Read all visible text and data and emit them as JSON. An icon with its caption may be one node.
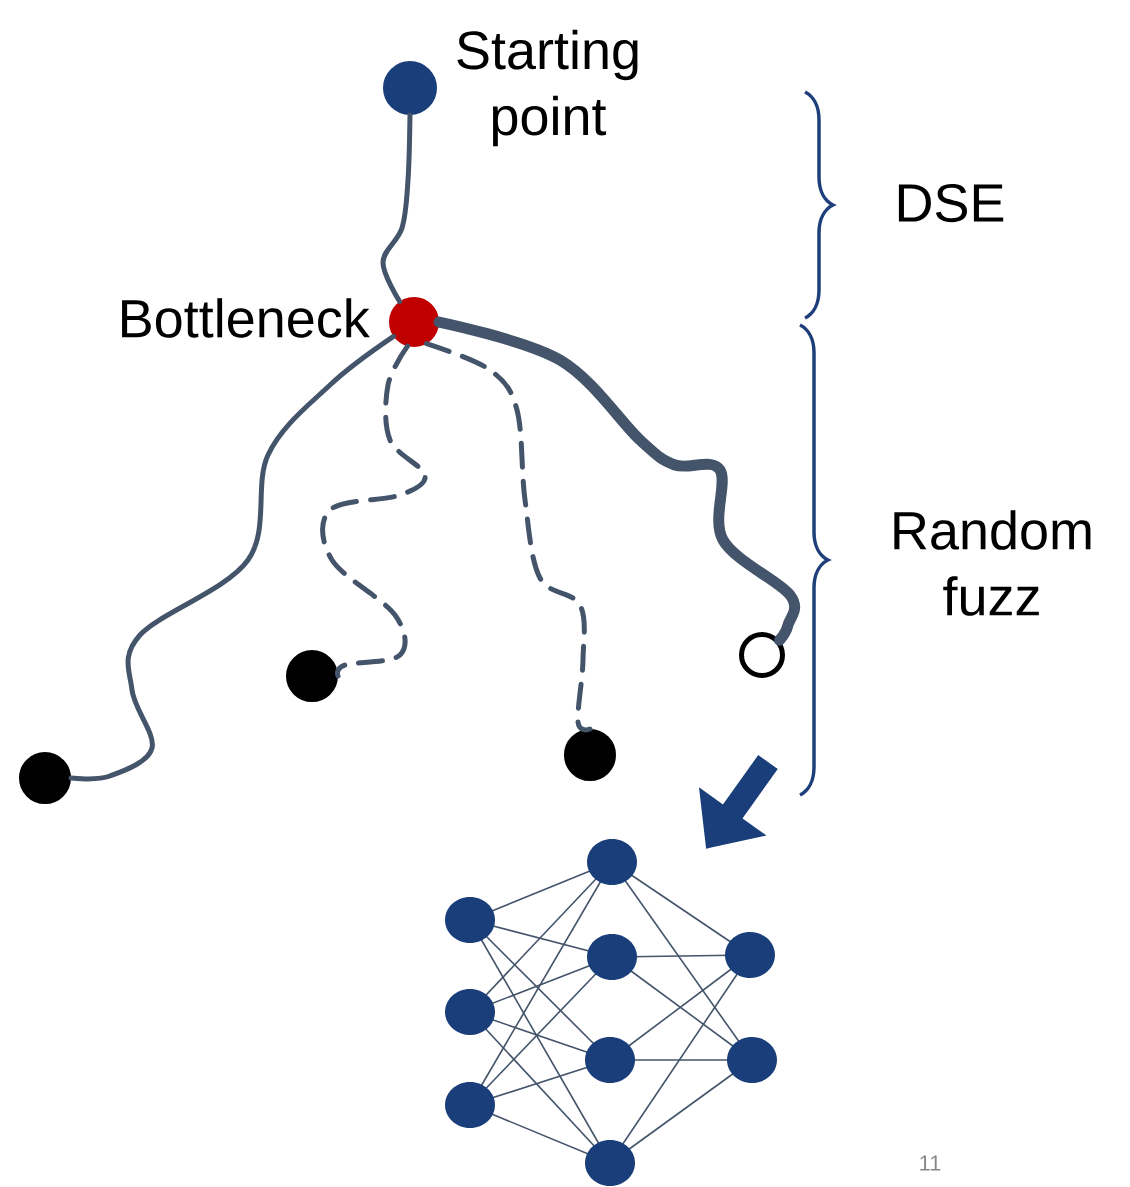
{
  "diagram": {
    "nodes": [
      {
        "text": [],
        "shape": "circle",
        "beside": [
          "Starting point"
        ]
      },
      {
        "text": [],
        "shape": "circle",
        "beside": [
          "Bottleneck"
        ]
      },
      {
        "text": [],
        "shape": "circle"
      },
      {
        "text": [],
        "shape": "circle"
      },
      {
        "text": [],
        "shape": "circle"
      },
      {
        "text": [],
        "shape": "circle"
      },
      {
        "text": [],
        "shape": "picture"
      }
    ],
    "edges": [
      {
        "from": 0,
        "to": 1,
        "arrow": "none"
      },
      {
        "from": 1,
        "to": 2,
        "arrow": "none"
      },
      {
        "from": 1,
        "to": 3,
        "arrow": "none",
        "style": "dashed"
      },
      {
        "from": 1,
        "to": 4,
        "arrow": "none",
        "style": "dashed"
      },
      {
        "from": 1,
        "to": 5,
        "arrow": "none",
        "style": "thick"
      },
      {
        "from": null,
        "to": 6,
        "arrow": "to",
        "style": "thick",
        "color": "#1a3e7a"
      }
    ],
    "labels": [
      "DSE",
      "Random fuzz",
      "11"
    ]
  }
}
